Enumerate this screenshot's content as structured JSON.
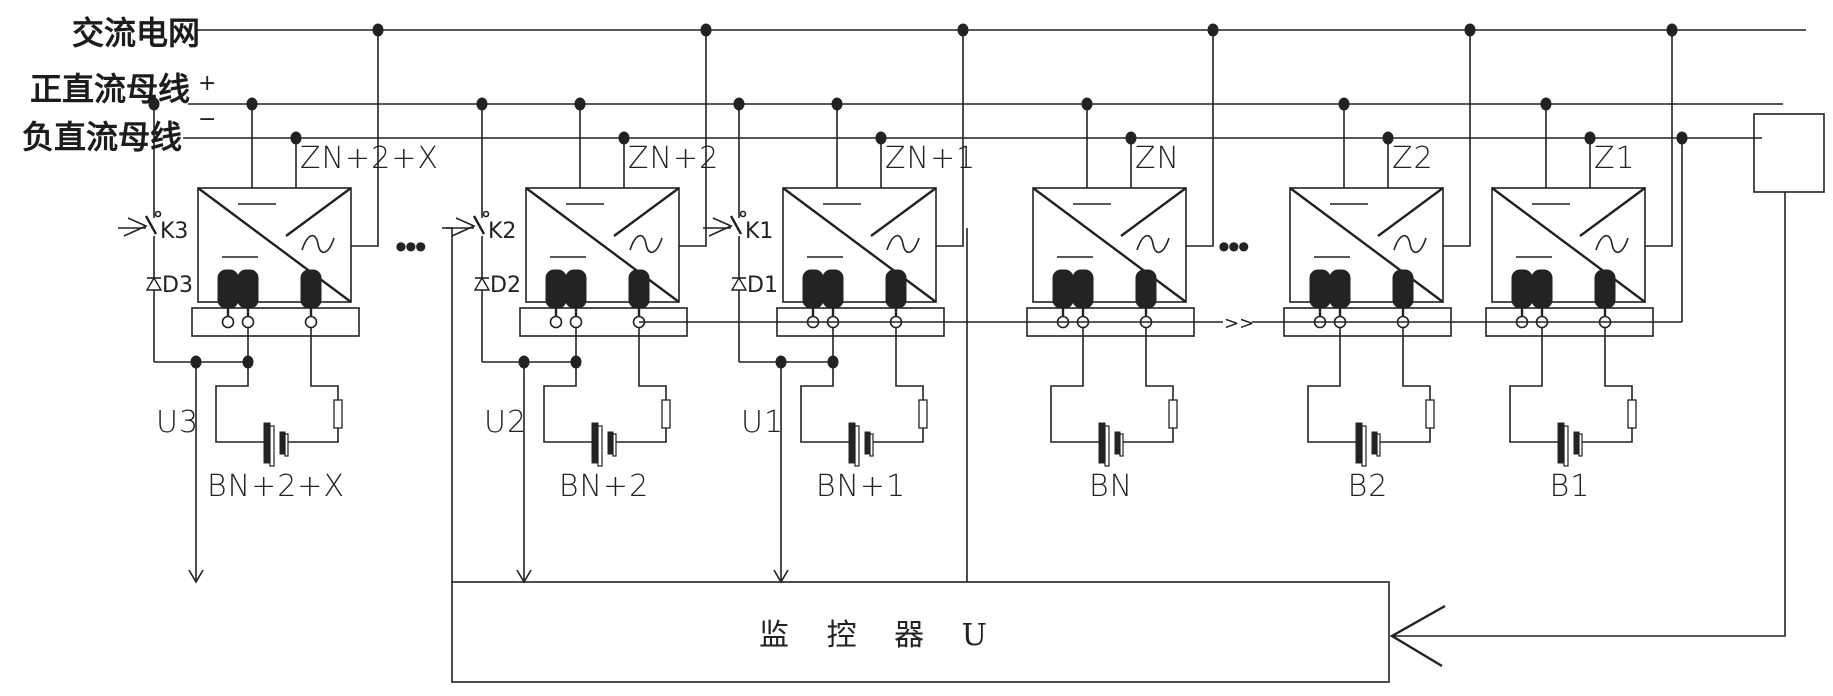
{
  "buses": {
    "ac_grid": "交流电网",
    "positive_dc_bus": "正直流母线",
    "positive_sign": "+",
    "negative_dc_bus": "负直流母线",
    "negative_sign": "−"
  },
  "modules": [
    {
      "converter": "ZN+2+X",
      "battery": "BN+2+X",
      "switch": "K3",
      "diode": "D3",
      "voltage": "U3"
    },
    {
      "converter": "ZN+2",
      "battery": "BN+2",
      "switch": "K2",
      "diode": "D2",
      "voltage": "U2"
    },
    {
      "converter": "ZN+1",
      "battery": "BN+1",
      "switch": "K1",
      "diode": "D1",
      "voltage": "U1"
    },
    {
      "converter": "ZN",
      "battery": "BN"
    },
    {
      "converter": "Z2",
      "battery": "B2"
    },
    {
      "converter": "Z1",
      "battery": "B1"
    }
  ],
  "converter_symbols": {
    "dc_mark": "—",
    "ac_mark": "∿"
  },
  "ellipsis": "•••",
  "chain_marker": ">>",
  "monitor": {
    "label": "监 控 器 U"
  }
}
